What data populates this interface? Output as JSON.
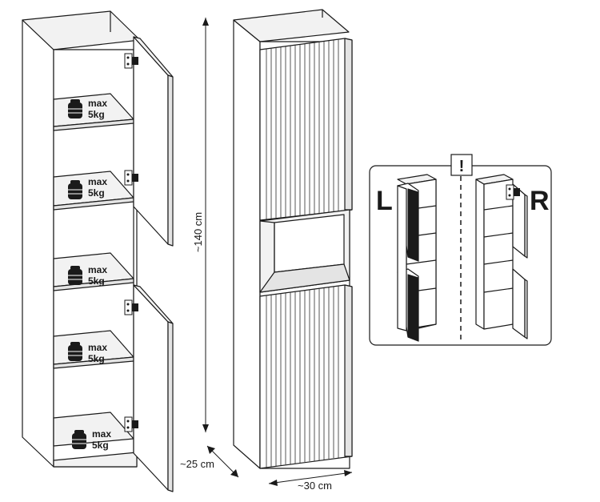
{
  "load_labels": [
    {
      "line1": "max",
      "line2": "5kg"
    },
    {
      "line1": "max",
      "line2": "5kg"
    },
    {
      "line1": "max",
      "line2": "5kg"
    },
    {
      "line1": "max",
      "line2": "5kg"
    },
    {
      "line1": "max",
      "line2": "5kg"
    }
  ],
  "dimensions": {
    "height": "~140 cm",
    "depth": "~25 cm",
    "width": "~30 cm"
  },
  "hinge_option": {
    "left_letter": "L",
    "right_letter": "R",
    "warning_mark": "!"
  }
}
